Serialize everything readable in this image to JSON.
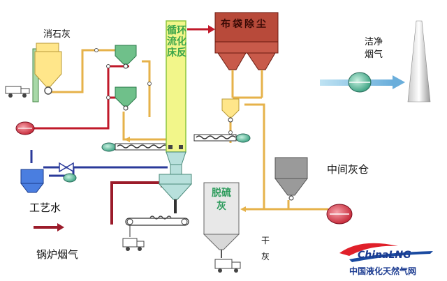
{
  "labels": {
    "lime_powder": "消石灰",
    "reactor": "循环流化床反",
    "baghouse": "布袋除尘",
    "clean_flue_gas": "洁净烟气",
    "intermediate_ash_silo": "中间灰仓",
    "desulfurization_ash": "脱硫灰",
    "dry_ash": "干灰",
    "process_water": "工艺水",
    "boiler_flue_gas": "锅炉烟气"
  },
  "watermark": {
    "brand": "ChinaLNG",
    "subtitle": "中国液化天然气网"
  },
  "colors": {
    "flue_gas": "#c0192a",
    "recycle_ash": "#e6b24a",
    "water": "#2a3a9a",
    "reactor_fill": "#f2f68a",
    "reactor_border": "#8dc63f",
    "reactor_text": "#3aa54a",
    "baghouse": "#b84a3a",
    "clean_gas": "#8fc8e8",
    "hopper_green": "#6fc08a",
    "hopper_yellow": "#ffe68a",
    "silo_grey": "#9a9a9a",
    "fan": "#d9485a",
    "water_tank": "#4a7ee0"
  }
}
